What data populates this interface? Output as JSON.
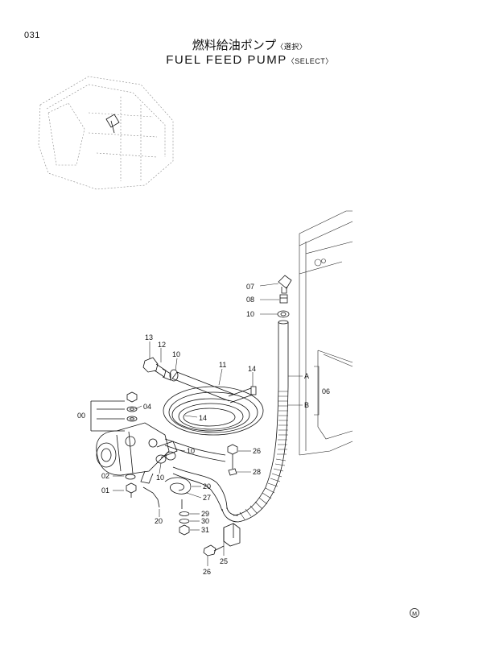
{
  "page_number": "031",
  "title_jp_main": "燃料給油ポンプ",
  "title_jp_select": "〈選択〉",
  "title_en_main": "FUEL  FEED  PUMP",
  "title_en_select": "〈SELECT〉",
  "callouts": {
    "c07": "07",
    "c08": "08",
    "c10a": "10",
    "c13": "13",
    "c12": "12",
    "c10b": "10",
    "c11": "11",
    "c14a": "14",
    "cA": "A",
    "cB": "B",
    "c06": "06",
    "c00": "00",
    "c04": "04",
    "c14b": "14",
    "c26a": "26",
    "c10c": "10",
    "c10d": "10",
    "c28": "28",
    "c02": "02",
    "c20a": "20",
    "c27": "27",
    "c01": "01",
    "c20b": "20",
    "c29": "29",
    "c30": "30",
    "c31": "31",
    "c25": "25",
    "c26b": "26"
  },
  "footer_mark": "M"
}
